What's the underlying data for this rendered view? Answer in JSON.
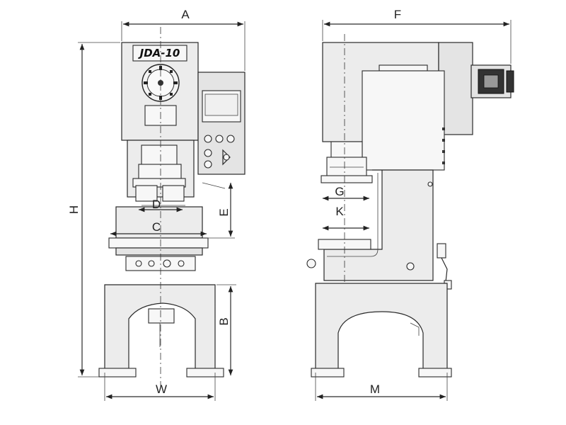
{
  "machine": {
    "model_plate": "JDA-10"
  },
  "dimensions": {
    "A": "A",
    "F": "F",
    "H": "H",
    "D": "D",
    "C": "C",
    "E": "E",
    "B": "B",
    "W": "W",
    "G": "G",
    "K": "K",
    "M": "M"
  }
}
